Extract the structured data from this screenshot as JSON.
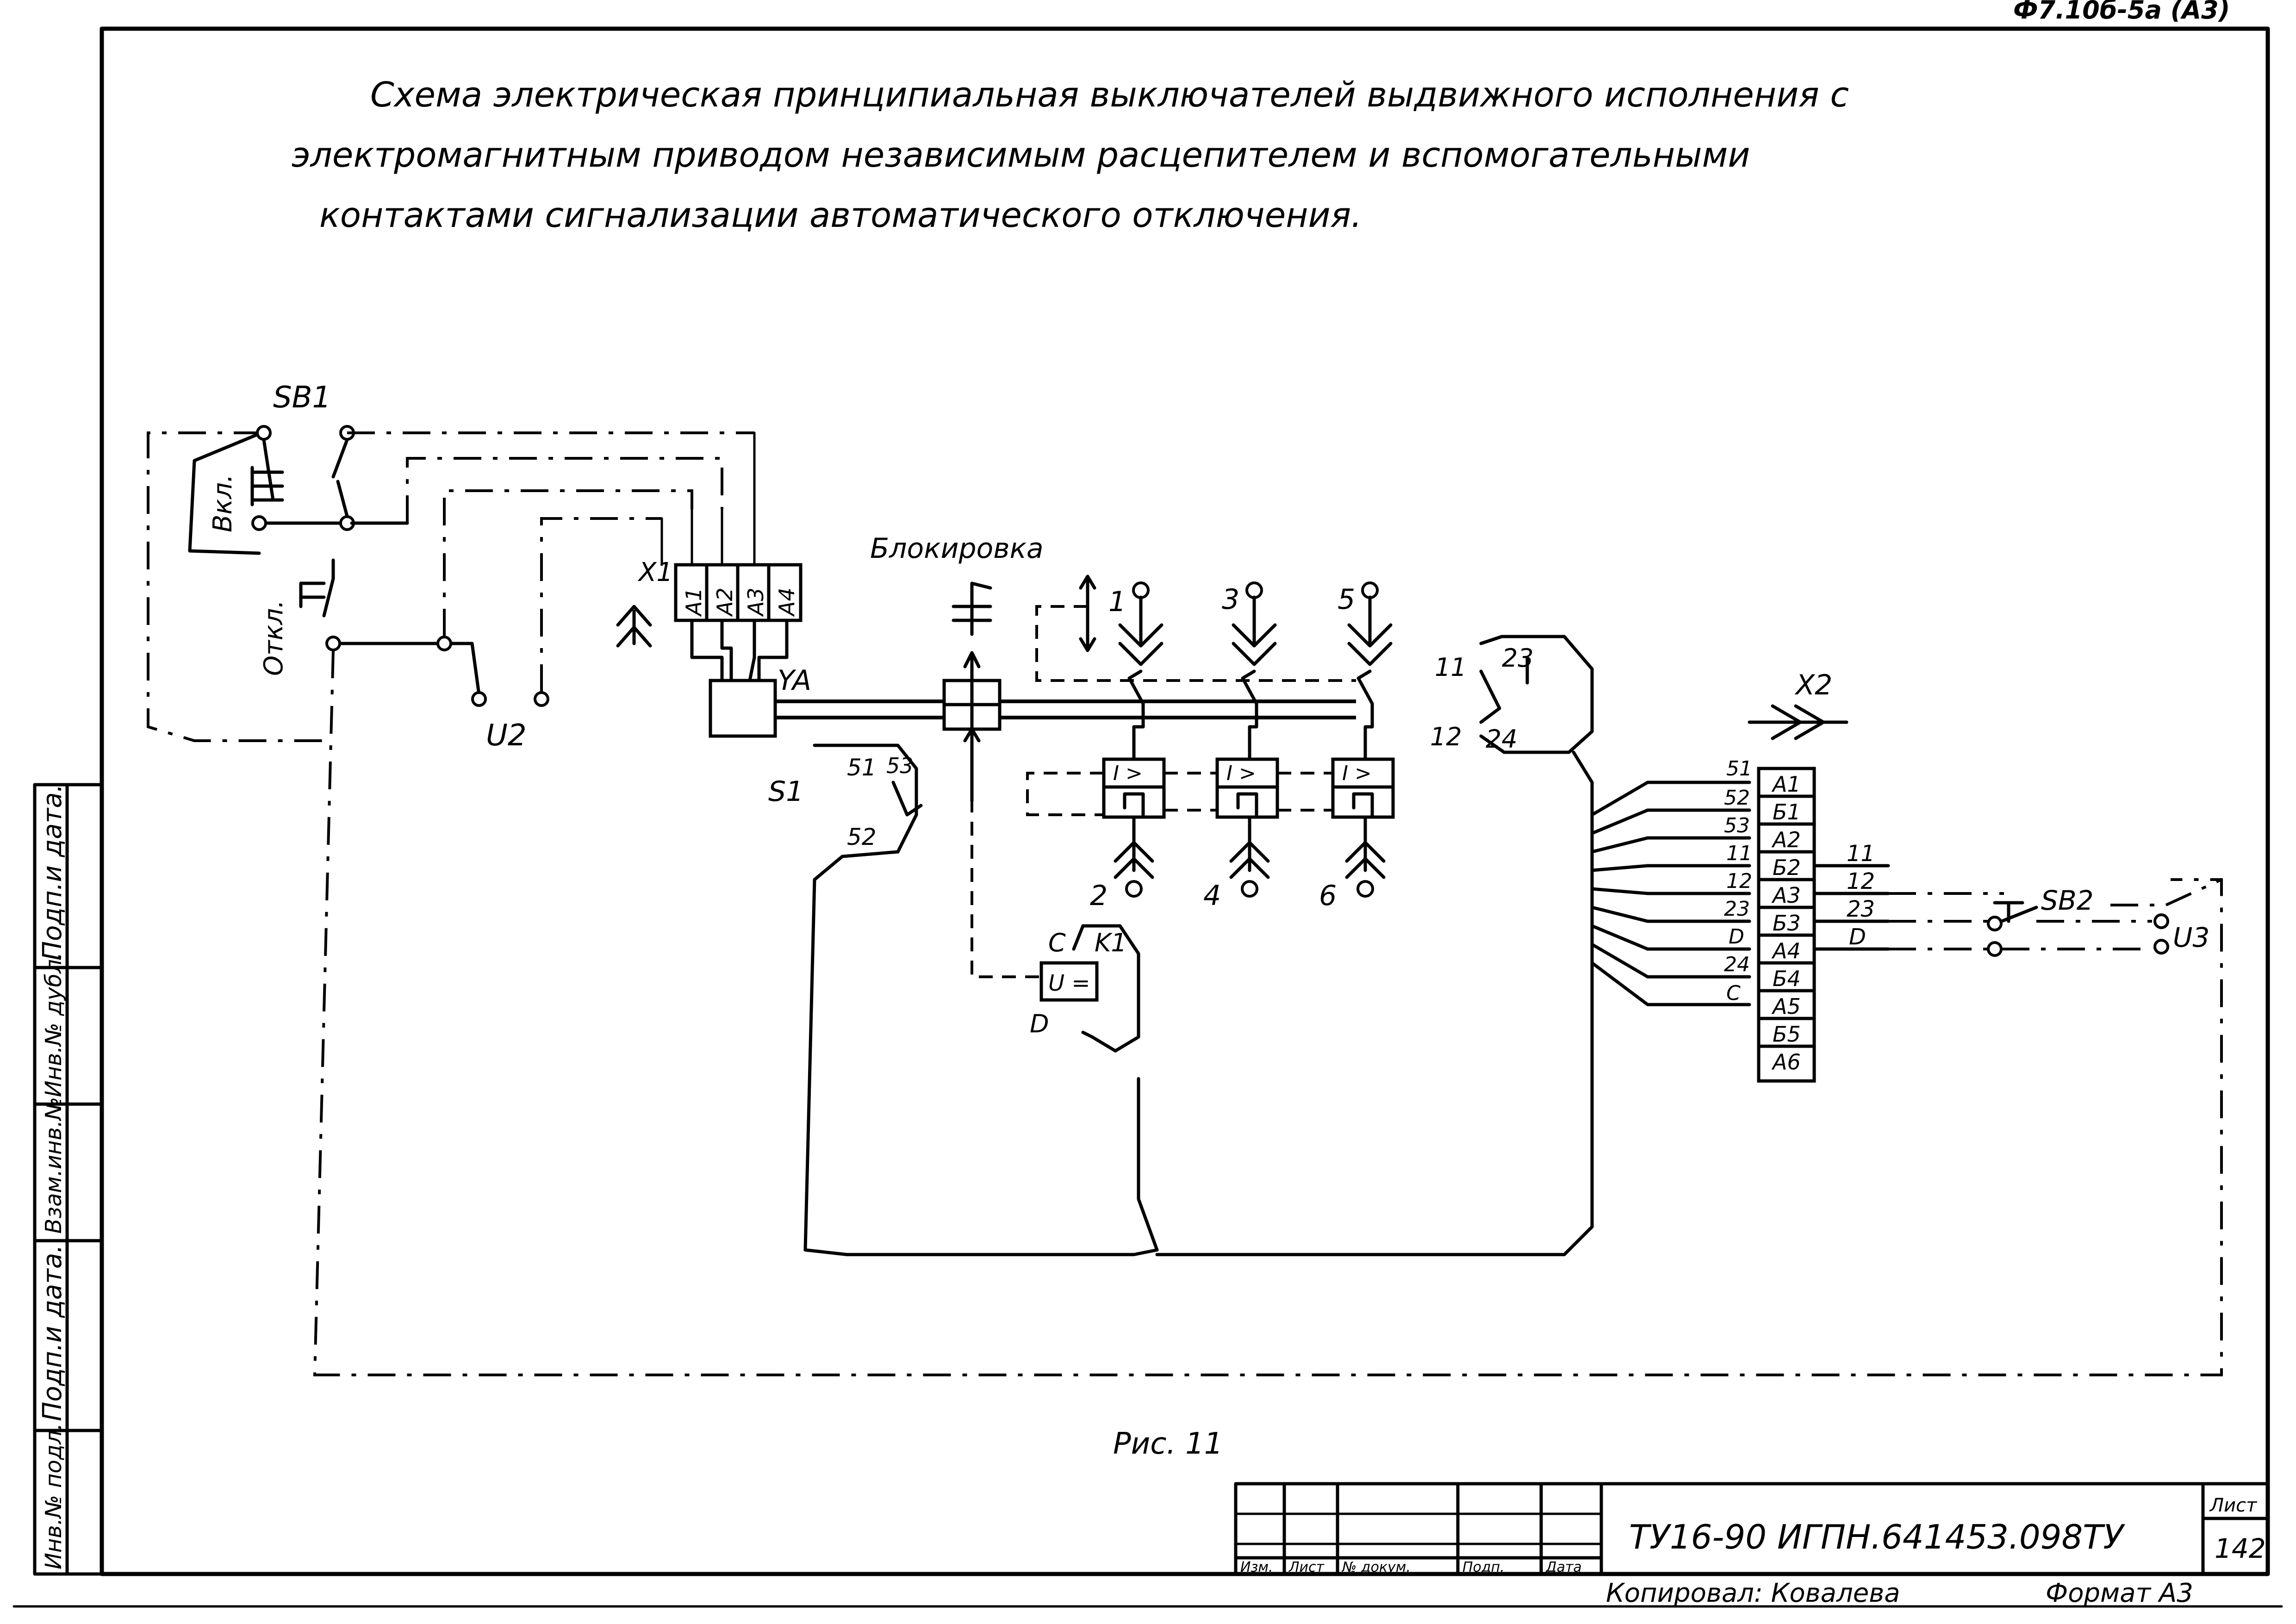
{
  "title": {
    "line1": "Схема электрическая принципиальная выключателей выдвижного исполнения с",
    "line2": "электромагнитным приводом независимым расцепителем и вспомогательными",
    "line3": "контактами сигнализации автоматического отключения."
  },
  "form_code": "Ф7.10б-5а (А3)",
  "labels": {
    "sb1": "SB1",
    "vkl": "Вкл.",
    "otkl": "Откл.",
    "u2": "U2",
    "x1": "X1",
    "x1_terminals": [
      "A1",
      "A2",
      "A3",
      "A4"
    ],
    "ya": "YA",
    "blokirovka": "Блокировка",
    "s1": "S1",
    "s1_contacts": [
      "51",
      "53",
      "52"
    ],
    "k1": "K1",
    "k1_c": "C",
    "k1_d": "D",
    "k1_relay": "U =",
    "relay_symbol": "I >",
    "upper_poles": [
      "1",
      "3",
      "5"
    ],
    "lower_poles": [
      "2",
      "4",
      "6"
    ],
    "aux_contacts": [
      "11",
      "23",
      "12",
      "24"
    ],
    "x2": "X2",
    "wire_numbers": [
      "51",
      "52",
      "53",
      "11",
      "12",
      "23",
      "D",
      "24",
      "C"
    ],
    "x2_terminals": [
      "A1",
      "Б1",
      "A2",
      "Б2",
      "A3",
      "Б3",
      "A4",
      "Б4",
      "A5",
      "Б5",
      "A6"
    ],
    "out_wires": [
      "11",
      "12",
      "23",
      "D"
    ],
    "sb2": "SB2",
    "u3": "U3",
    "caption": "Рис. 11"
  },
  "side_stamp": [
    "Подп.и дата.",
    "Инв.№ дубл.",
    "Взам.инв.№",
    "Подп.и дата.",
    "Инв.№ подл."
  ],
  "title_block": {
    "headers": [
      "Изм.",
      "Лист",
      "№ докум.",
      "Подп.",
      "Дата"
    ],
    "designation": "ТУ16-90 ИГПН.641453.098ТУ",
    "sheet_label": "Лист",
    "sheet_number": "142",
    "copied_by": "Копировал: Ковалева",
    "format": "Формат А3"
  }
}
